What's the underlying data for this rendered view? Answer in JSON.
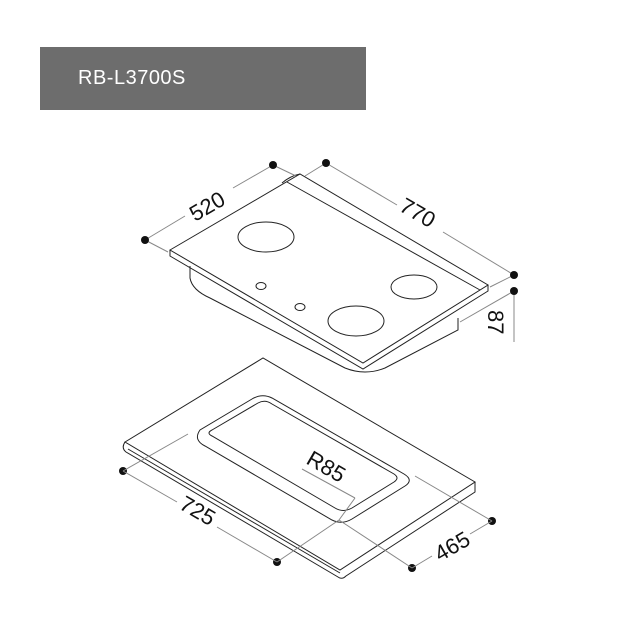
{
  "header": {
    "model": "RB-L3700S",
    "background": "#6d6d6d"
  },
  "cooktop": {
    "depth": "520",
    "width": "770",
    "height": "87"
  },
  "cutout": {
    "width": "725",
    "depth": "465",
    "radius": "R85"
  }
}
